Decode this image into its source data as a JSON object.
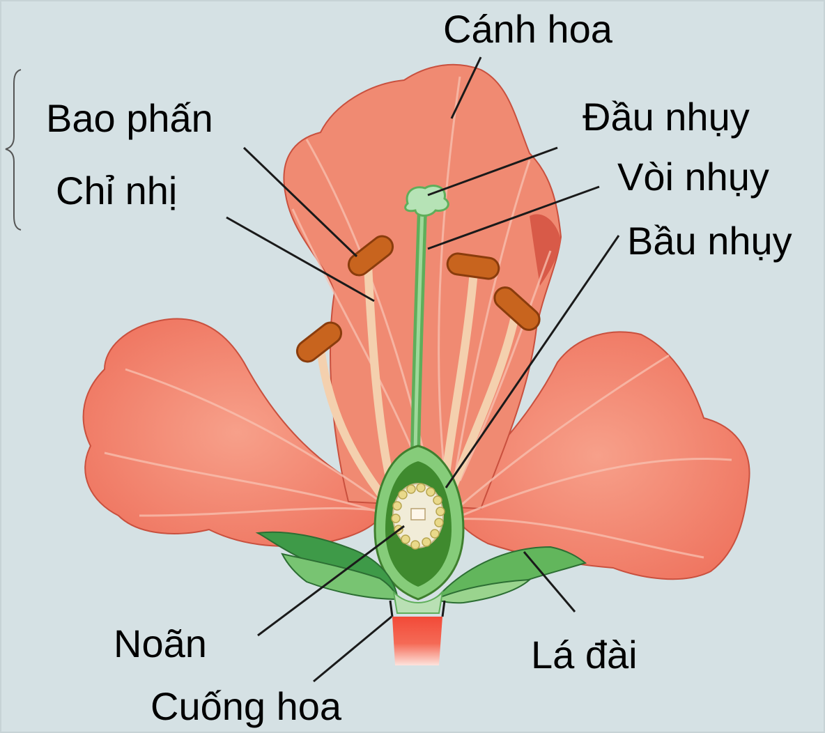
{
  "labels": {
    "petal": "Cánh hoa",
    "anther": "Bao phấn",
    "filament": "Chỉ nhị",
    "stigma": "Đầu nhụy",
    "style": "Vòi nhụy",
    "ovary": "Bầu nhụy",
    "ovule": "Noãn",
    "sepal": "Lá đài",
    "pedicel": "Cuống hoa"
  },
  "colors": {
    "background": "#d5e1e4",
    "petal": "#f0806a",
    "petal_dark": "#d85a48",
    "vein": "#f7b7a4",
    "anther": "#c8641e",
    "filament": "#f2c9a6",
    "pistil": "#78c078",
    "ovary_dark": "#3f8a2e",
    "sepal": "#5cb85c",
    "pedicel": "#f04a3a"
  }
}
